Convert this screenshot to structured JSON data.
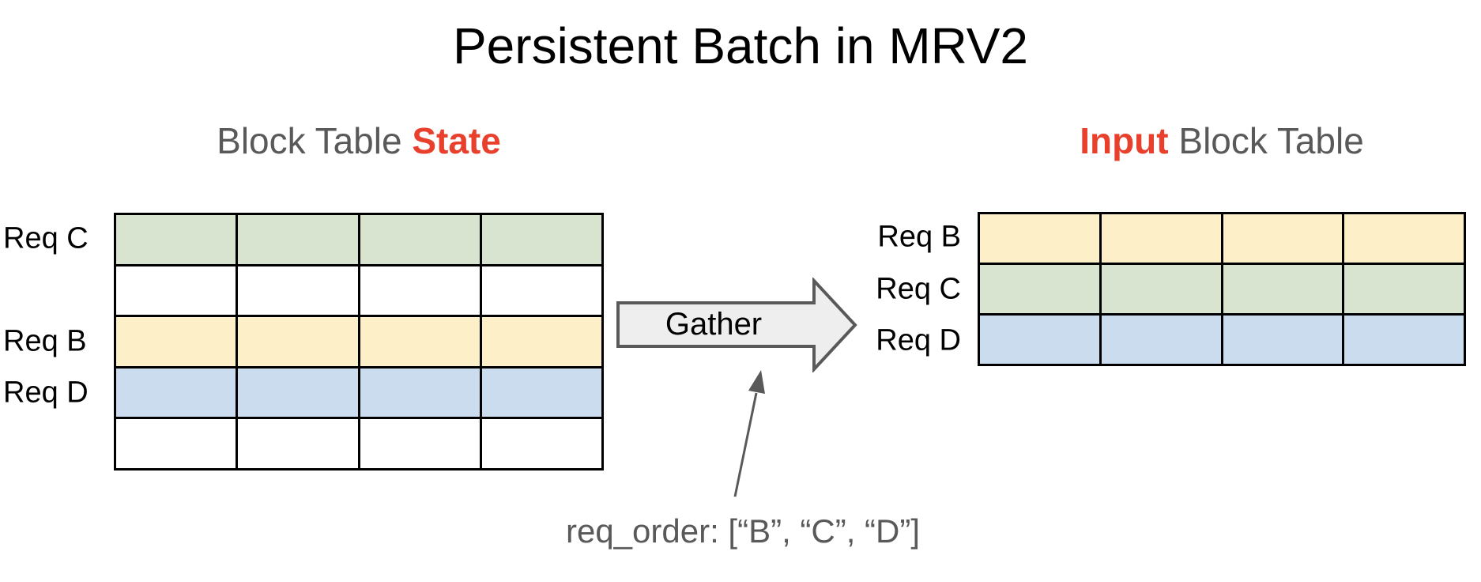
{
  "title": "Persistent Batch in MRV2",
  "left_table": {
    "heading": {
      "prefix": "Block Table ",
      "accent": "State"
    },
    "columns": 4,
    "rows": [
      {
        "label": "Req C",
        "color_key": "green"
      },
      {
        "label": "",
        "color_key": "white"
      },
      {
        "label": "Req B",
        "color_key": "yellow"
      },
      {
        "label": "Req D",
        "color_key": "blue"
      },
      {
        "label": "",
        "color_key": "white"
      }
    ]
  },
  "right_table": {
    "heading": {
      "accent": "Input",
      "suffix": " Block Table"
    },
    "columns": 4,
    "rows": [
      {
        "label": "Req B",
        "color_key": "yellow"
      },
      {
        "label": "Req C",
        "color_key": "green"
      },
      {
        "label": "Req D",
        "color_key": "blue"
      }
    ]
  },
  "gather_arrow": {
    "label": "Gather"
  },
  "annotation": {
    "text": "req_order: [“B”, “C”, “D”]"
  },
  "colors": {
    "green": "#d8e4cf",
    "yellow": "#fdf0c8",
    "blue": "#cbdcee",
    "white": "#ffffff",
    "accent_red": "#e8402c",
    "heading_gray": "#595959",
    "arrow_fill": "#eeeeee",
    "arrow_stroke": "#595959"
  }
}
